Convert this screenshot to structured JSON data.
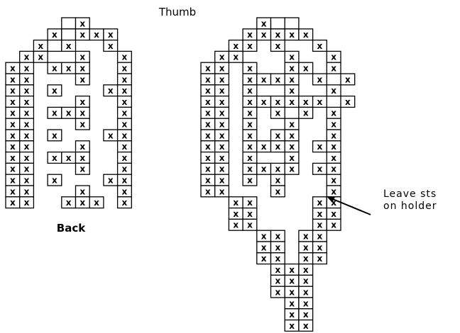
{
  "labels": {
    "thumb": "Thumb",
    "back": "Back",
    "leave_line1": "Leave sts",
    "leave_line2": "on holder"
  },
  "left_chart": {
    "name": "back",
    "rows": [
      "....ox....",
      "...xoxxx..",
      "..xox..x..",
      ".xx..x..x.",
      "xx.xxx..x.",
      "xx...x..x.",
      "xx.x...xx.",
      "xx...x..x.",
      "xx.xxx..x.",
      "xx...x..x.",
      "xx.x...xx.",
      "xx...x..x.",
      "xx.xxx..x.",
      "xx...x..x.",
      "xx.x...xx.",
      "xx...x..x.",
      "xx..xxx.x."
    ]
  },
  "right_chart": {
    "name": "palm",
    "rows": [
      "........xoo.......",
      ".......xxxxx......",
      "......xx.x..x.....",
      ".....xx...x..x....",
      "....xx.x..xx.x....",
      "....xx.xxxx.x.x...",
      "....xx.x..x..x....",
      "....xx.xxxxxx.x...",
      "....xx.x.x.x.x....",
      "....xx.x..x..x....",
      "....xx.x.xx..x....",
      "....xx.xxxx.xx....",
      "....xx.x..x..x....",
      "....xx.xxxx.xx....",
      "....xx.x.x...x....",
      "....xx...x...x....",
      "......xx....xx....",
      "......xx....xx....",
      "......xx....xx....",
      "........xx.xx.....",
      "........xx.xx.....",
      "........xx.xx.....",
      ".........xxx......",
      ".........xxx......",
      ".........xxx......",
      "..........xx......",
      "..........xx......",
      "..........xx......"
    ]
  }
}
